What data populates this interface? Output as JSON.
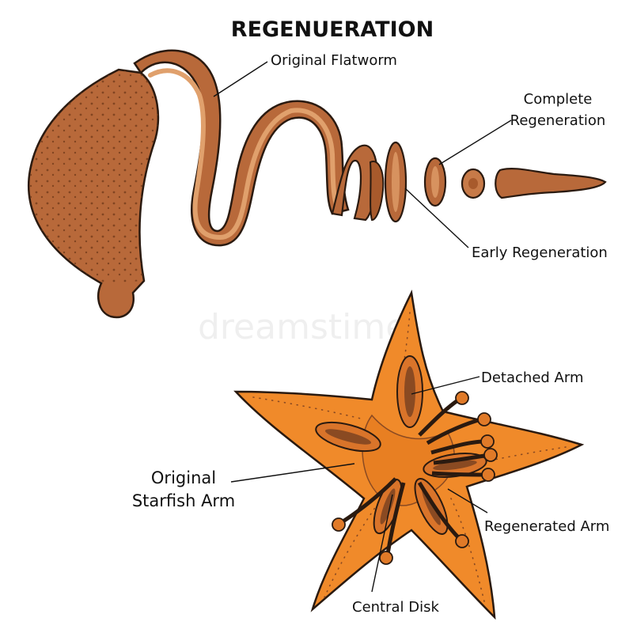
{
  "title": "REGENUERATION",
  "watermark": "dreamstime",
  "labels": {
    "original_flatworm": "Original Flatworm",
    "complete_regeneration": [
      "Complete",
      "Regeneration"
    ],
    "early_regeneration": "Early Regeneration",
    "detached_arm": "Detached Arm",
    "original_starfish_arm": [
      "Original",
      "Starfish Arm"
    ],
    "regenerated_arm": "Regenerated Arm",
    "central_disk": "Central Disk"
  },
  "colors": {
    "flatworm_body": "#b8693a",
    "flatworm_light": "#d7925f",
    "flatworm_dark": "#8a4620",
    "starfish_body": "#f08a2a",
    "starfish_dark": "#8a4a22",
    "outline": "#2a1a10"
  }
}
